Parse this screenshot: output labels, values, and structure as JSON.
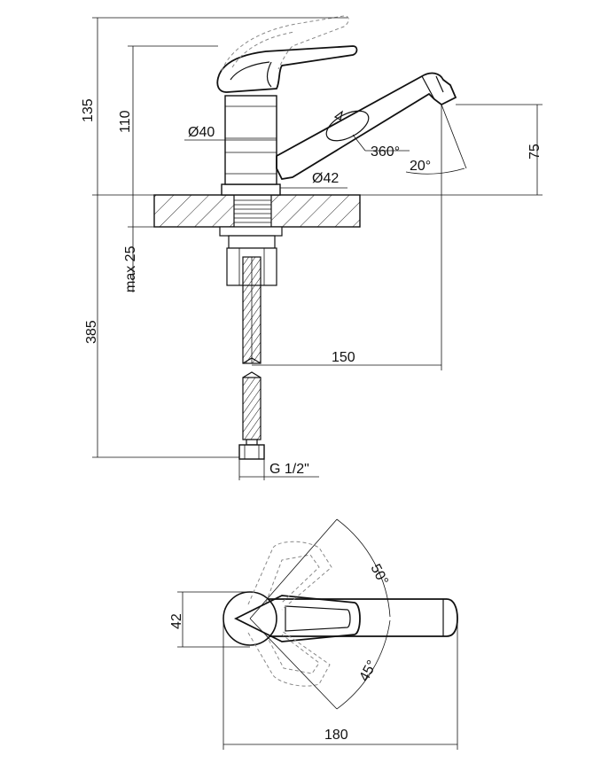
{
  "dimensions": {
    "total_height_above": "135",
    "body_height": "110",
    "body_diameter": "Ø40",
    "base_diameter": "Ø42",
    "rotation": "360°",
    "spout_tilt": "20°",
    "spout_height": "75",
    "counter_thickness": "max 25",
    "hose_length": "385",
    "spout_reach": "150",
    "thread": "G 1/2\"",
    "lever_angle_up": "50°",
    "lever_angle_down": "45°",
    "handle_width": "42",
    "total_length": "180"
  }
}
